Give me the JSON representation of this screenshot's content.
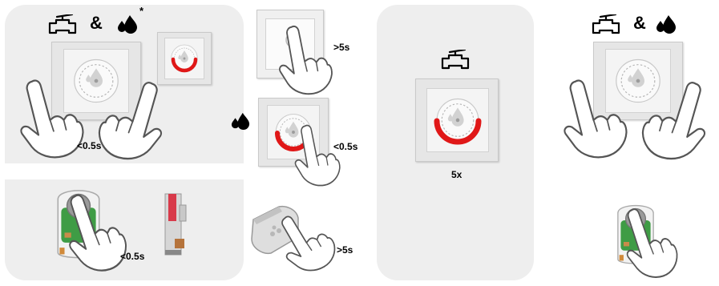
{
  "colors": {
    "panel_bg": "#eeeeee",
    "plate": "#e6e6e6",
    "red_arc": "#e01818",
    "pcb_green": "#3f9c45",
    "hand_outline": "#555555"
  },
  "icons": {
    "valve": "valve-icon",
    "drops": "water-drops-icon",
    "hand": "pointing-hand-icon"
  },
  "panel_left": {
    "ampersand": "&",
    "asterisk": "*",
    "press_time_top": "<0.5s",
    "press_time_bottom": "<0.5s"
  },
  "column_middle": {
    "step1_time": ">5s",
    "step2_time": "<0.5s",
    "step3_time": ">5s"
  },
  "panel_center": {
    "repeat_count": "5x"
  },
  "panel_right": {
    "ampersand": "&"
  }
}
